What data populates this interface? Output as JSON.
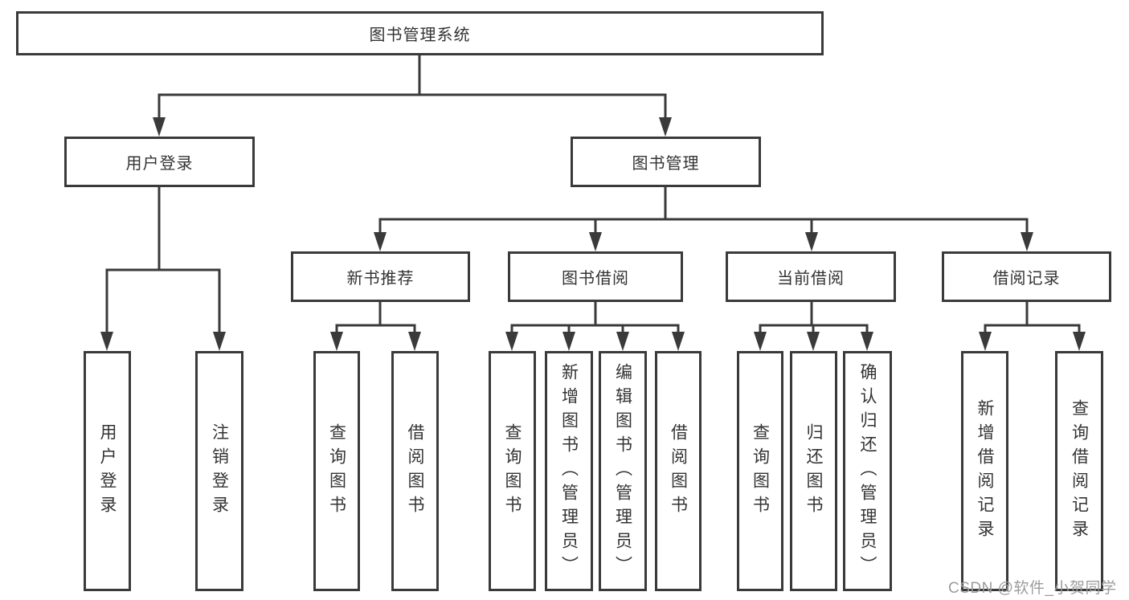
{
  "diagram": {
    "root": {
      "label": "图书管理系统"
    },
    "branches": [
      {
        "label": "用户登录",
        "children": [
          {
            "label": "用户登录"
          },
          {
            "label": "注销登录"
          }
        ]
      },
      {
        "label": "图书管理",
        "groups": [
          {
            "label": "新书推荐",
            "children": [
              {
                "label": "查询图书"
              },
              {
                "label": "借阅图书"
              }
            ]
          },
          {
            "label": "图书借阅",
            "children": [
              {
                "label": "查询图书"
              },
              {
                "label": "新增图书（管理员）"
              },
              {
                "label": "编辑图书（管理员）"
              },
              {
                "label": "借阅图书"
              }
            ]
          },
          {
            "label": "当前借阅",
            "children": [
              {
                "label": "查询图书"
              },
              {
                "label": "归还图书"
              },
              {
                "label": "确认归还（管理员）"
              }
            ]
          },
          {
            "label": "借阅记录",
            "children": [
              {
                "label": "新增借阅记录"
              },
              {
                "label": "查询借阅记录"
              }
            ]
          }
        ]
      }
    ]
  },
  "watermark": {
    "text": "CSDN @软件_小贺同学"
  },
  "colors": {
    "line": "#3a3a3a",
    "text": "#333333",
    "watermark": "#9c9c9c",
    "background": "#ffffff"
  }
}
